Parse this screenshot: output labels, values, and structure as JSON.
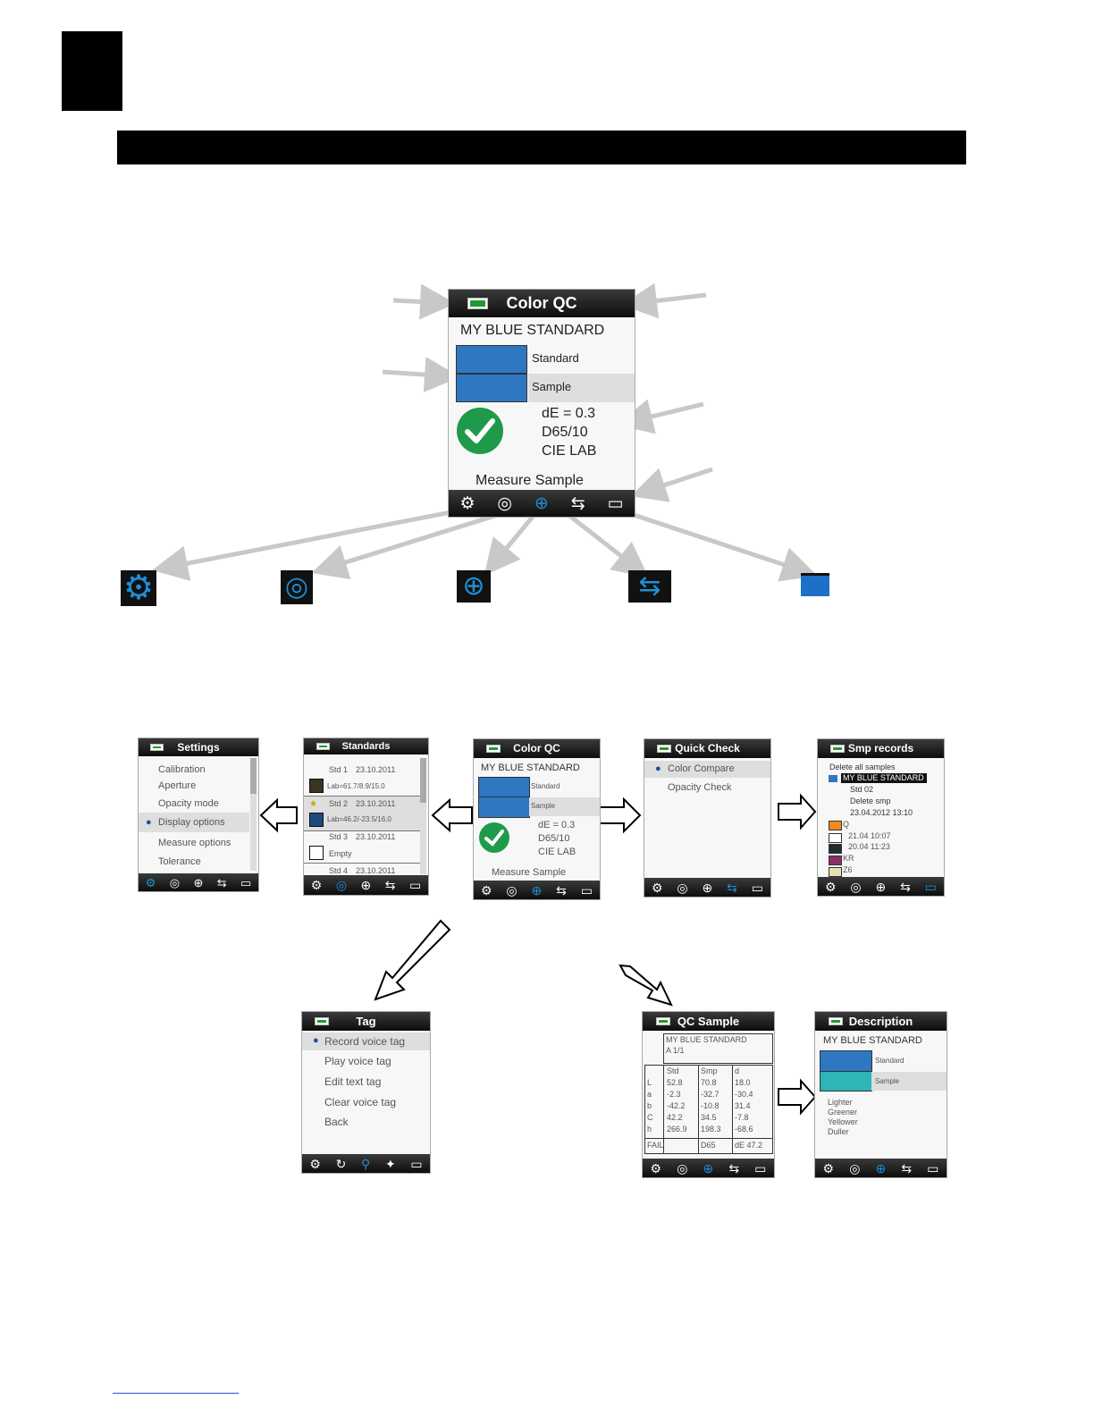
{
  "main": {
    "title": "Color QC",
    "standard_name": "MY BLUE STANDARD",
    "standard_label": "Standard",
    "sample_label": "Sample",
    "de": "dE = 0.3",
    "illuminant": "D65/10",
    "colorspace": "CIE LAB",
    "measure": "Measure Sample"
  },
  "settings": {
    "title": "Settings",
    "items": [
      "Calibration",
      "Aperture",
      "Opacity mode",
      "Display options",
      "Measure options",
      "Tolerance"
    ]
  },
  "standards": {
    "title": "Standards",
    "rows": [
      {
        "name": "Std 1",
        "date": "23.10.2011",
        "value": "Lab=61.7/8.9/15.0"
      },
      {
        "name": "Std 2",
        "date": "23.10.2011",
        "value": "Lab=46.2/-23.5/16.0"
      },
      {
        "name": "Std 3",
        "date": "23.10.2011",
        "value": "Empty"
      },
      {
        "name": "Std 4",
        "date": "23.10.2011",
        "value": ""
      }
    ]
  },
  "small_qc": {
    "title": "Color QC",
    "standard_name": "MY BLUE STANDARD",
    "standard_label": "Standard",
    "sample_label": "Sample",
    "de": "dE = 0.3",
    "illuminant": "D65/10",
    "colorspace": "CIE LAB",
    "measure": "Measure Sample"
  },
  "quick_check": {
    "title": "Quick Check",
    "items": [
      "Color Compare",
      "Opacity Check"
    ]
  },
  "smp_records": {
    "title": "Smp records",
    "lines": [
      "Delete all samples",
      "MY BLUE STANDARD",
      "Std 02",
      "Delete smp",
      "23.04.2012 13:10",
      "Q",
      "21.04 10:07",
      "20.04 11:23",
      "KR",
      "Z6"
    ]
  },
  "tag": {
    "title": "Tag",
    "items": [
      "Record voice tag",
      "Play voice tag",
      "Edit text tag",
      "Clear voice tag",
      "Back"
    ]
  },
  "qc_sample": {
    "title": "QC Sample",
    "standard_name": "MY BLUE STANDARD",
    "sub": "A   1/1",
    "col_std": "Std",
    "col_smp": "Smp",
    "col_d": "d",
    "row_labels": [
      "L",
      "a",
      "b",
      "C",
      "h"
    ],
    "std_vals": [
      "52.8",
      "-2.3",
      "-42.2",
      "42.2",
      "266.9"
    ],
    "smp_vals": [
      "70.8",
      "-32.7",
      "-10.8",
      "34.5",
      "198.3"
    ],
    "d_vals": [
      "18.0",
      "-30.4",
      "31.4",
      "-7.8",
      "-68.6"
    ],
    "result": "FAIL",
    "illum": "D65",
    "de": "dE 47.2"
  },
  "description": {
    "title": "Description",
    "standard_name": "MY BLUE STANDARD",
    "standard_label": "Standard",
    "sample_label": "Sample",
    "lines": [
      "Lighter",
      "Greener",
      "Yellower",
      "Duller"
    ]
  },
  "icons": [
    "gear-icon",
    "target-icon",
    "crosshair-icon",
    "transfer-icon",
    "folder-icon"
  ],
  "colors": {
    "blue": "#2e78c2",
    "teal": "#2fb5b5",
    "green_check": "#1f9a4a",
    "icon_blue": "#1e8fd8"
  }
}
